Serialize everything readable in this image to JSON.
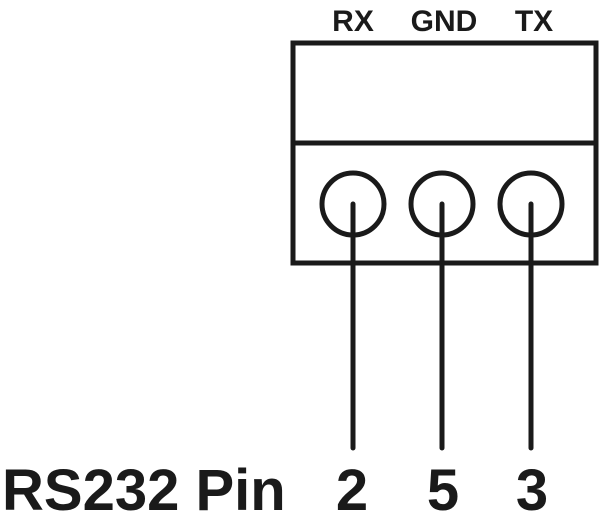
{
  "terminals": [
    {
      "label": "RX",
      "pin": "2"
    },
    {
      "label": "GND",
      "pin": "5"
    },
    {
      "label": "TX",
      "pin": "3"
    }
  ],
  "pin_caption": "RS232 Pin",
  "colors": {
    "ink": "#1a1a1a",
    "background": "#ffffff"
  }
}
